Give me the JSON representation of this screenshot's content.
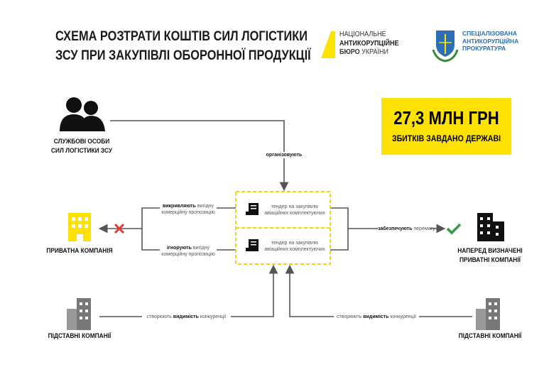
{
  "title": {
    "line1": "СХЕМА РОЗТРАТИ КОШТІВ СИЛ ЛОГІСТИКИ",
    "line2": "ЗСУ ПРИ ЗАКУПІВЛІ ОБОРОННОЇ ПРОДУКЦІЇ"
  },
  "logos": {
    "nabu": {
      "l1": "НАЦІОНАЛЬНЕ",
      "l2": "АНТИКОРУПЦІЙНЕ",
      "l3a": "БЮРО",
      "l3b": "УКРАЇНИ"
    },
    "sap": {
      "l1": "СПЕЦІАЛІЗОВАНА",
      "l2": "АНТИКОРУПЦІЙНА",
      "l3": "ПРОКУРАТУРА"
    }
  },
  "damage": {
    "amount": "27,3 МЛН ГРН",
    "caption": "ЗБИТКІВ ЗАВДАНО ДЕРЖАВІ"
  },
  "nodes": {
    "officials": {
      "l1": "СЛУЖБОВІ ОСОБИ",
      "l2": "СИЛ ЛОГІСТИКИ ЗСУ"
    },
    "private": "ПРИВАТНА КОМПАНІЯ",
    "predetermined": {
      "l1": "НАПЕРЕД ВИЗНАЧЕНІ",
      "l2": "ПРИВАТНІ КОМПАНІЇ"
    },
    "shell_left": "ПІДСТАВНІ КОМПАНІЇ",
    "shell_right": "ПІДСТАВНІ КОМПАНІЇ"
  },
  "tenders": [
    {
      "l1": "тендер на закупівлю",
      "l2": "авіаційних комплектуючих"
    },
    {
      "l1": "тендер на закупівлю",
      "l2": "авіаційних комплектуючих"
    }
  ],
  "edges": {
    "organize": "організовують",
    "distort": {
      "b": "викривляють",
      "rest": " вигідну",
      "l2": "комерційну пропозицію"
    },
    "ignore": {
      "b": "ігнорують",
      "rest": " вигідну",
      "l2": "комерційну пропозицію"
    },
    "ensure": {
      "b": "забезпечують",
      "rest": " перемогу"
    },
    "compete_left": {
      "a": "створюють ",
      "b": "видимість",
      "c": " конкуренції"
    },
    "compete_right": {
      "a": "створюють ",
      "b": "видимість",
      "c": " конкуренції"
    }
  },
  "colors": {
    "yellow": "#fde100",
    "line": "#555555",
    "red": "#e53935",
    "green": "#2e9e3e"
  }
}
